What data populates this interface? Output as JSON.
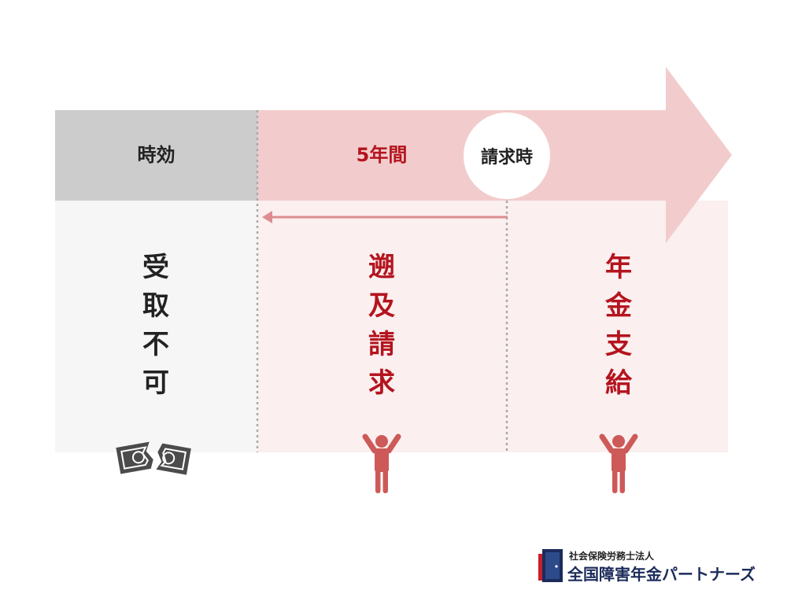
{
  "header": {
    "jikou_label": "時効",
    "period_label": "5年間",
    "request_label": "請求時"
  },
  "columns": {
    "unavailable": {
      "chars": [
        "受",
        "取",
        "不",
        "可"
      ],
      "icon": "torn-banknote-icon"
    },
    "retroactive": {
      "chars": [
        "遡",
        "及",
        "請",
        "求"
      ],
      "icon": "raised-arms-person-icon"
    },
    "payment": {
      "chars": [
        "年",
        "金",
        "支",
        "給"
      ],
      "icon": "raised-arms-person-icon"
    }
  },
  "brand": {
    "subtitle": "社会保険労務士法人",
    "name": "全国障害年金パートナーズ",
    "icon": "door-logo-icon"
  },
  "colors": {
    "gray_band": "#cccccc",
    "gray_panel": "#f6f6f6",
    "pink_arrow": "#f2cccc",
    "pink_panel": "#fbeff0",
    "red_text": "#b4141e",
    "arrow_line": "#de8c90",
    "person": "#cd5a58",
    "dark_text": "#222222",
    "divider": "#aaaaaa",
    "brand_blue": "#1b2b5a",
    "brand_red": "#c8202a"
  }
}
